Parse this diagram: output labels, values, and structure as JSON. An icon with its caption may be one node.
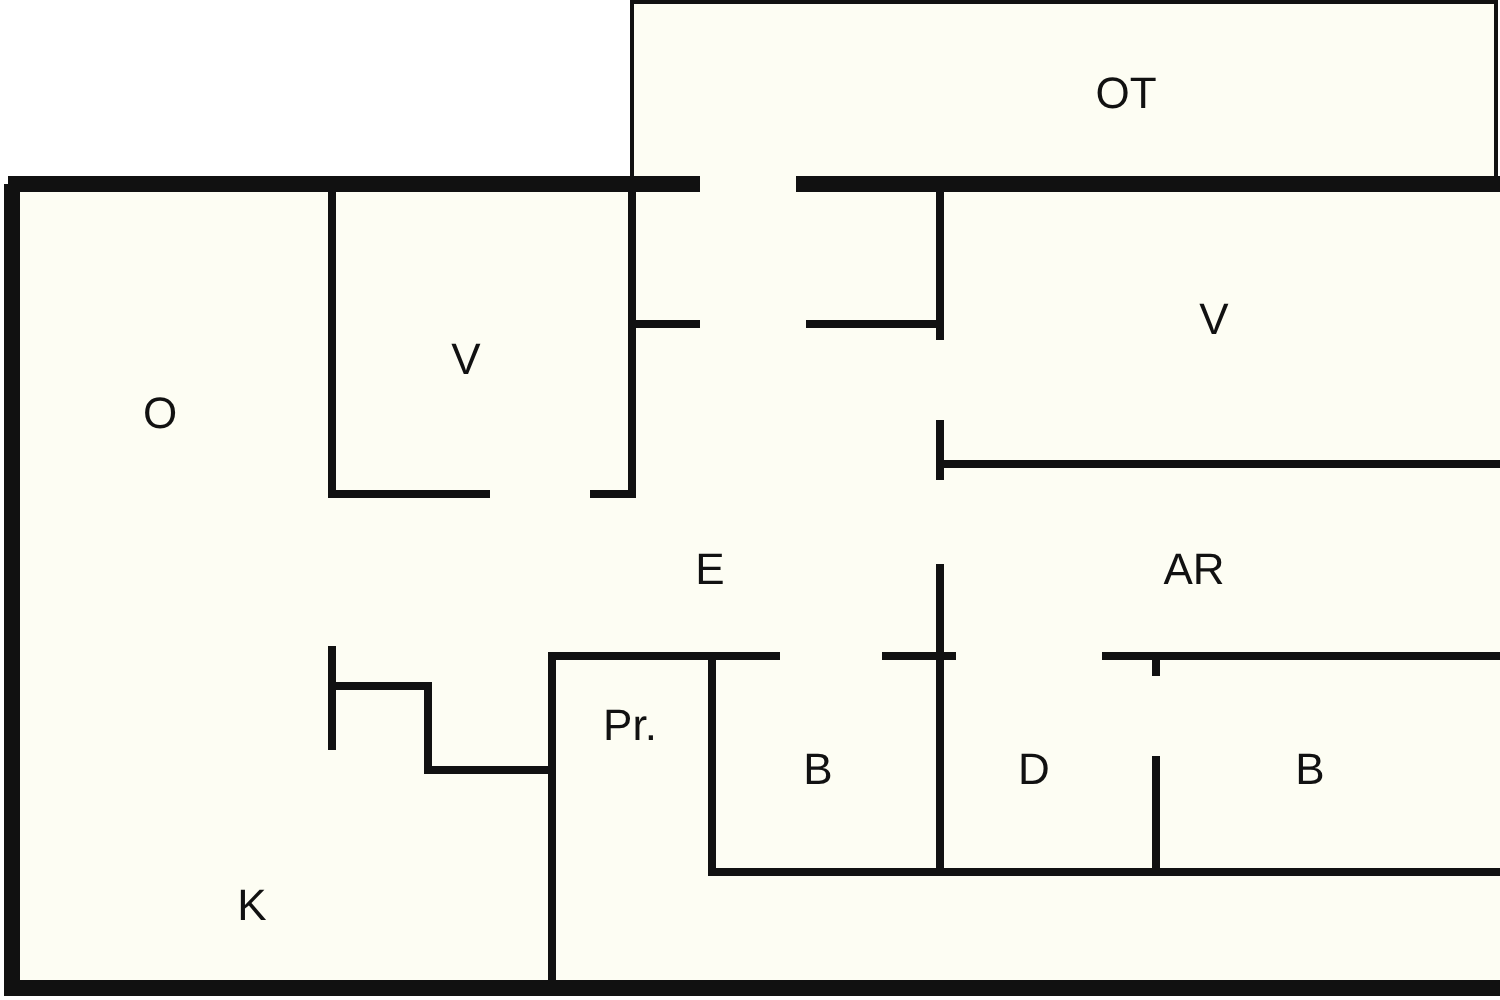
{
  "diagram": {
    "labels": [
      "OT",
      "V",
      "O",
      "V",
      "E",
      "AR",
      "Pr.",
      "B",
      "D",
      "B",
      "K"
    ]
  }
}
